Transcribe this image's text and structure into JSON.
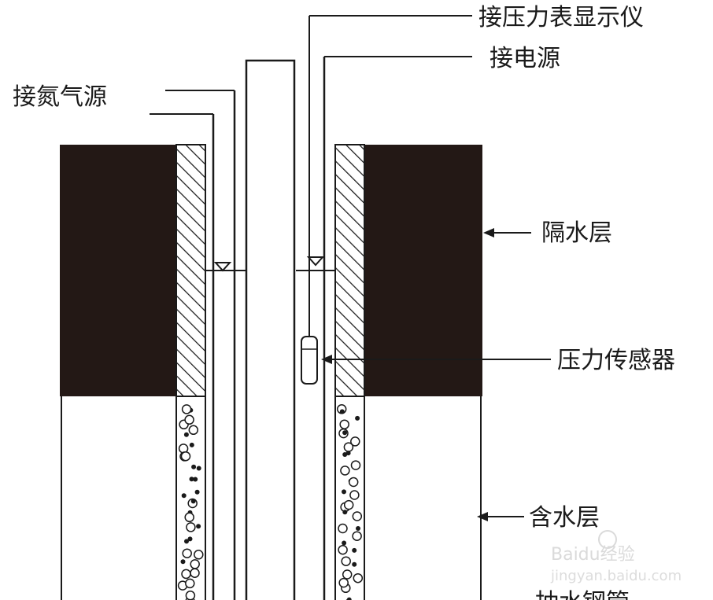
{
  "labels": {
    "pressure_display": "接压力表显示仪",
    "power": "接电源",
    "nitrogen": "接氮气源",
    "aquitard": "隔水层",
    "pressure_sensor": "压力传感器",
    "aquifer": "含水层",
    "bottom_cut": "抽水钢管"
  },
  "watermark": {
    "brand": "Baidu经验",
    "url": "jingyan.baidu.com"
  },
  "colors": {
    "aquitard_fill": "#231815",
    "line": "#1a1a1a",
    "background": "#ffffff"
  }
}
